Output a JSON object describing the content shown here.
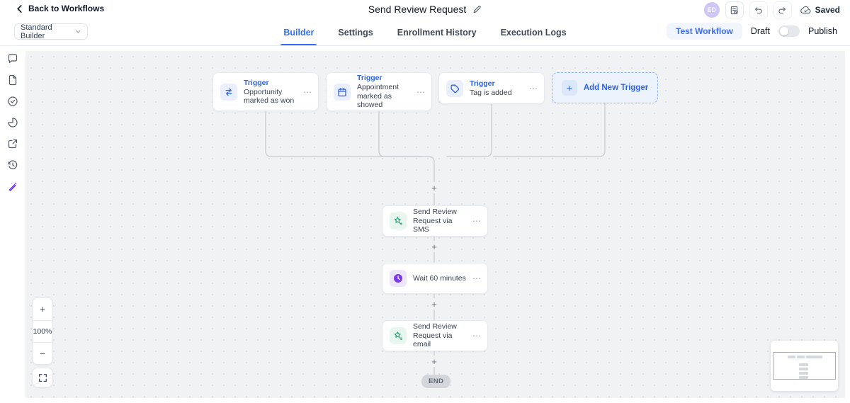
{
  "header": {
    "back_label": "Back to Workflows",
    "title": "Send Review Request",
    "avatar_initials": "ED",
    "saved_label": "Saved",
    "icons": [
      "chevron-left-icon",
      "edit-pencil-icon",
      "version-history-icon",
      "undo-icon",
      "redo-icon",
      "cloud-check-icon"
    ]
  },
  "toolbar": {
    "builder_select_value": "Standard Builder",
    "tabs": [
      {
        "label": "Builder",
        "active": true
      },
      {
        "label": "Settings",
        "active": false
      },
      {
        "label": "Enrollment History",
        "active": false
      },
      {
        "label": "Execution Logs",
        "active": false
      }
    ],
    "test_workflow_label": "Test Workflow",
    "draft_label": "Draft",
    "publish_label": "Publish",
    "publish_toggle_state": "off"
  },
  "sidebar": {
    "icons": [
      "chat-bubble-icon",
      "file-icon",
      "check-circle-icon",
      "pie-chart-icon",
      "external-link-icon",
      "history-clock-icon",
      "magic-wand-icon"
    ]
  },
  "canvas": {
    "triggers": [
      {
        "label": "Trigger",
        "description": "Opportunity marked as won",
        "icon": "swap-arrows-icon",
        "menu": "⋯"
      },
      {
        "label": "Trigger",
        "description": "Appointment marked as showed",
        "icon": "calendar-icon",
        "menu": "⋯"
      },
      {
        "label": "Trigger",
        "description": "Tag is added",
        "icon": "tag-icon",
        "menu": "⋯"
      }
    ],
    "add_trigger": {
      "label": "Add New Trigger",
      "plus": "+"
    },
    "actions": [
      {
        "label": "Send Review Request via SMS",
        "icon": "review-star-icon",
        "menu": "⋯"
      },
      {
        "label": "Wait 60 minutes",
        "icon": "wait-clock-icon",
        "menu": "⋯"
      },
      {
        "label": "Send Review Request via email",
        "icon": "review-star-icon",
        "menu": "⋯"
      }
    ],
    "connector_plus": "+",
    "end_label": "END",
    "zoom_controls": {
      "zoom_in": "+",
      "level": "100%",
      "zoom_out": "−"
    }
  },
  "colors": {
    "accent_blue": "#3370f2",
    "trigger_icon_blue": "#2f62e4",
    "action_green": "#17a673",
    "wait_purple": "#7c3aed",
    "canvas_bg": "#f1f2f4",
    "edge_gray": "#c7cbd1",
    "end_pill_bg": "#d3d7dc"
  }
}
